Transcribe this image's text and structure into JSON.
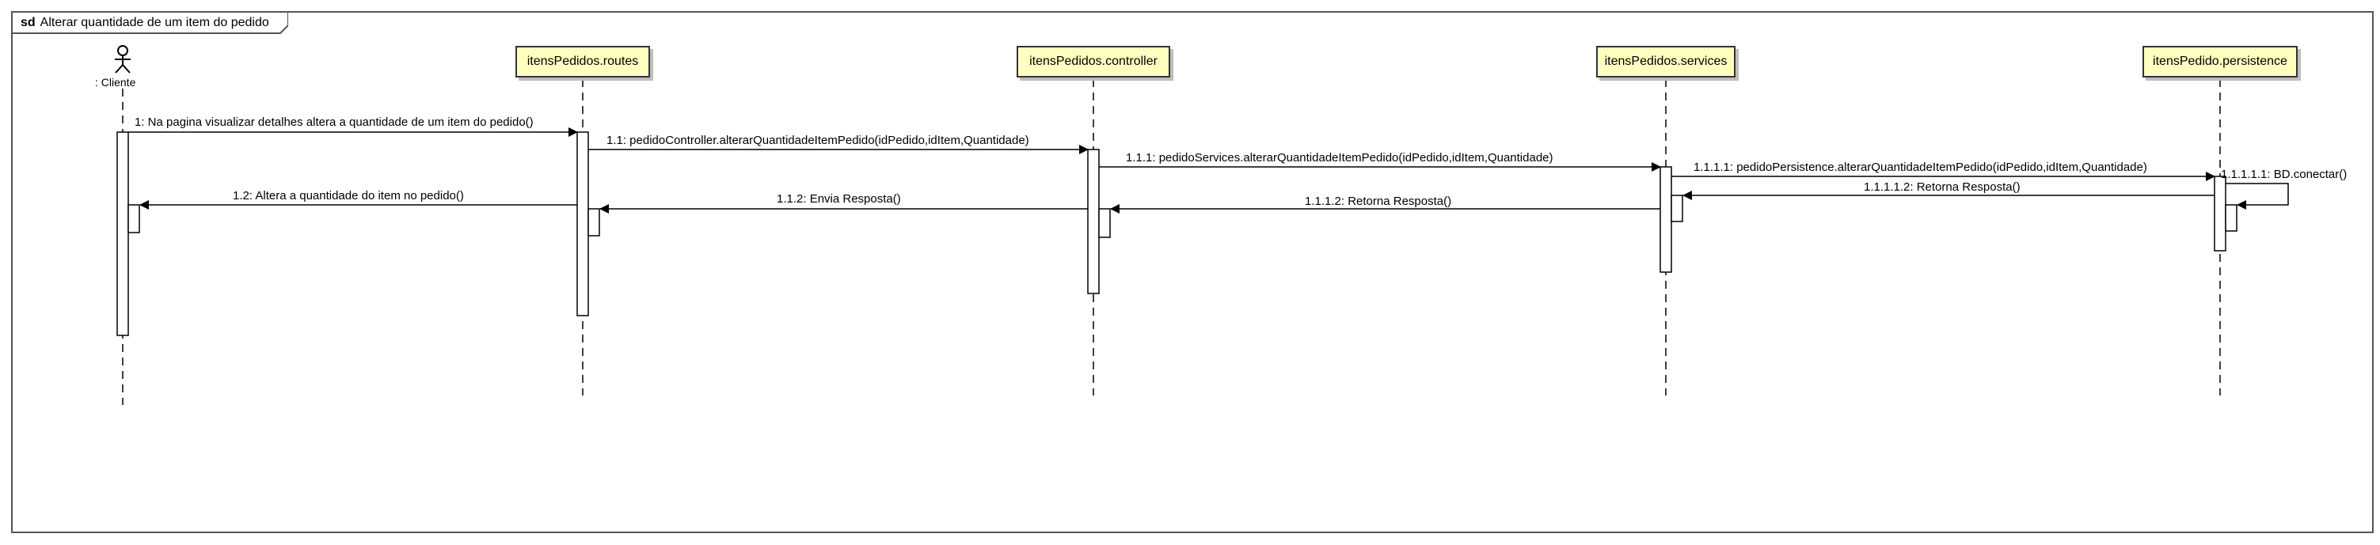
{
  "frame": {
    "keyword": "sd",
    "title": "Alterar quantidade de um item do pedido"
  },
  "actor": {
    "name": ": Cliente",
    "icon": "stick-figure-icon"
  },
  "participants": [
    {
      "name": "itensPedidos.routes"
    },
    {
      "name": "itensPedidos.controller"
    },
    {
      "name": "itensPedidos.services"
    },
    {
      "name": "itensPedido.persistence"
    }
  ],
  "messages": [
    {
      "label": "1: Na pagina visualizar detalhes altera a quantidade de um item do pedido()",
      "kind": "call"
    },
    {
      "label": "1.1: pedidoController.alterarQuantidadeItemPedido(idPedido,idItem,Quantidade)",
      "kind": "call"
    },
    {
      "label": "1.1.1: pedidoServices.alterarQuantidadeItemPedido(idPedido,idItem,Quantidade)",
      "kind": "call"
    },
    {
      "label": "1.1.1.1: pedidoPersistence.alterarQuantidadeItemPedido(idPedido,idItem,Quantidade)",
      "kind": "call"
    },
    {
      "label": "1.1.1.1.1: BD.conectar()",
      "kind": "self"
    },
    {
      "label": "1.1.1.1.2: Retorna Resposta()",
      "kind": "return"
    },
    {
      "label": "1.1.1.2: Retorna Resposta()",
      "kind": "return"
    },
    {
      "label": "1.1.2: Envia Resposta()",
      "kind": "return"
    },
    {
      "label": "1.2: Altera a quantidade do item no pedido()",
      "kind": "return"
    }
  ],
  "colors": {
    "participant_fill": "#ffffc0",
    "line": "#000000",
    "frame_border": "#555555"
  }
}
